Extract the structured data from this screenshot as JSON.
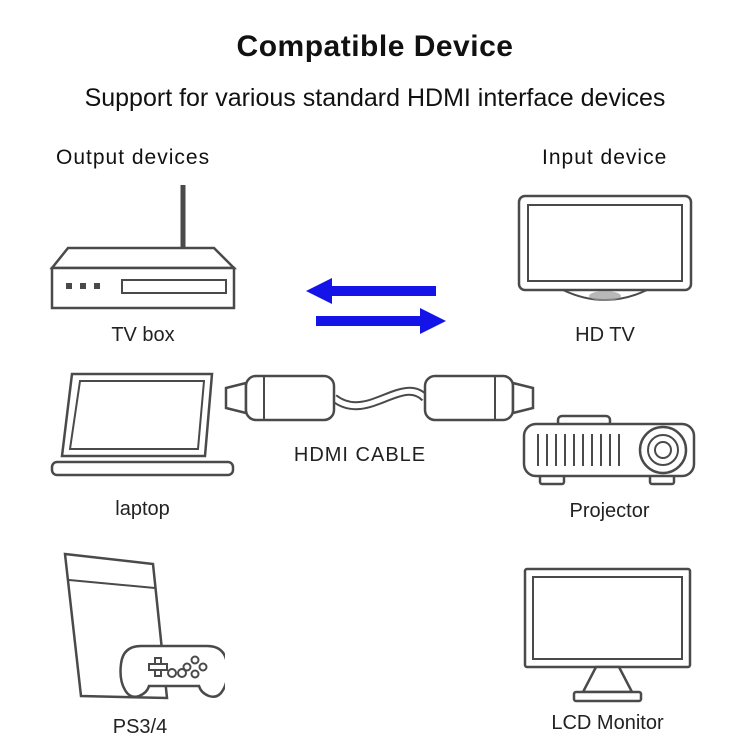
{
  "page": {
    "title": "Compatible Device",
    "subtitle": "Support for various standard HDMI interface devices"
  },
  "columns": {
    "output_label": "Output devices",
    "input_label": "Input device"
  },
  "devices": {
    "tv_box": {
      "label": "TV box"
    },
    "hd_tv": {
      "label": "HD TV"
    },
    "laptop": {
      "label": "laptop"
    },
    "hdmi_cable": {
      "label": "HDMI CABLE"
    },
    "projector": {
      "label": "Projector"
    },
    "ps34": {
      "label": "PS3/4"
    },
    "lcd_monitor": {
      "label": "LCD Monitor"
    }
  },
  "arrows": {
    "direction_top": "left",
    "direction_bottom": "right"
  },
  "colors": {
    "arrow_blue": "#1414e8",
    "line_art": "#4a4a4a",
    "text": "#111111"
  }
}
